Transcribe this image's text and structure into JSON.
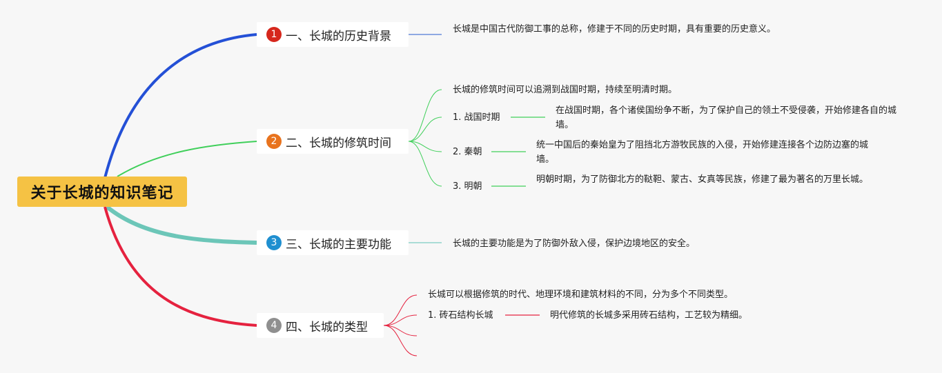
{
  "root": {
    "title": "关于长城的知识笔记"
  },
  "colors": {
    "b1": "#2450d6",
    "b2": "#3fcf5a",
    "b3": "#6cc6b8",
    "b4": "#e5223f",
    "badge1": "#d6271c",
    "badge2": "#e8731e",
    "badge3": "#1f8fd0",
    "badge4": "#8f8f8f"
  },
  "branches": [
    {
      "num": "1",
      "label": "一、长城的历史背景",
      "note": "长城是中国古代防御工事的总称，修建于不同的历史时期，具有重要的历史意义。"
    },
    {
      "num": "2",
      "label": "二、长城的修筑时间",
      "note": "长城的修筑时间可以追溯到战国时期，持续至明清时期。",
      "items": [
        {
          "label": "1. 战国时期",
          "desc": "在战国时期，各个诸侯国纷争不断，为了保护自己的领土不受侵袭，开始修建各自的城墙。"
        },
        {
          "label": "2. 秦朝",
          "desc": "统一中国后的秦始皇为了阻挡北方游牧民族的入侵，开始修建连接各个边防边塞的城墙。"
        },
        {
          "label": "3. 明朝",
          "desc": "明朝时期，为了防御北方的鞑靼、蒙古、女真等民族，修建了最为著名的万里长城。"
        }
      ]
    },
    {
      "num": "3",
      "label": "三、长城的主要功能",
      "note": "长城的主要功能是为了防御外敌入侵，保护边境地区的安全。"
    },
    {
      "num": "4",
      "label": "四、长城的类型",
      "note": "长城可以根据修筑的时代、地理环境和建筑材料的不同，分为多个不同类型。",
      "items": [
        {
          "label": "1. 砖石结构长城",
          "desc": "明代修筑的长城多采用砖石结构，工艺较为精细。"
        }
      ]
    }
  ]
}
